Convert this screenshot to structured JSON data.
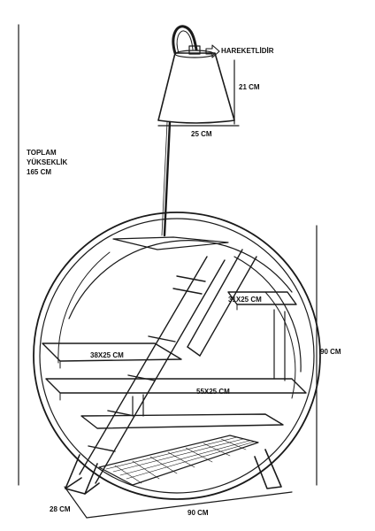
{
  "labels": {
    "movable": "HAREKETLİDİR",
    "shade_height": "21 CM",
    "shade_width": "25 CM",
    "total_line1": "TOPLAM",
    "total_line2": "YÜKSEKLİK",
    "total_line3": "165 CM",
    "shelf_top": "31X25 CM",
    "shelf_left": "38X25 CM",
    "shelf_mid": "55X25 CM",
    "overall_height": "90 CM",
    "depth": "28 CM",
    "overall_width": "90 CM"
  },
  "colors": {
    "ink": "#1a1a1a",
    "background": "#ffffff"
  },
  "icons": {
    "movable_arrow": "right-arrow-outline-icon"
  }
}
